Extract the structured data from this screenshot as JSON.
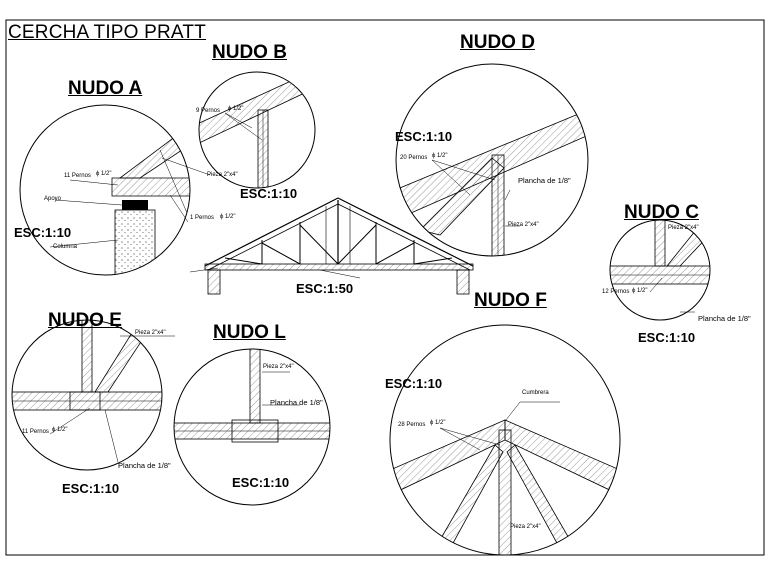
{
  "title": "CERCHA TIPO PRATT",
  "details": {
    "a": {
      "name": "NUDO A",
      "scale": "ESC:1:10",
      "bolts": "11 Pernos",
      "dia": "ϕ 1/2\"",
      "piece": "Pieza 2\"x4\"",
      "support": "Apoyo",
      "column": "Columna",
      "bolt1": "1 Pernos",
      "dia1": "ϕ 1/2\""
    },
    "b": {
      "name": "NUDO B",
      "scale": "ESC:1:10",
      "bolts": "9 Pernos",
      "dia": "ϕ 1/2\""
    },
    "c": {
      "name": "NUDO C",
      "scale": "ESC:1:10",
      "piece": "Pieza 2\"x4\"",
      "bolts": "12 Pernos",
      "dia": "ϕ 1/2\"",
      "plate": "Plancha de 1/8\""
    },
    "d": {
      "name": "NUDO D",
      "scale": "ESC:1:10",
      "bolts": "20 Pernos",
      "dia": "ϕ 1/2\"",
      "plate": "Plancha de 1/8\"",
      "piece": "Pieza 2\"x4\""
    },
    "e": {
      "name": "NUDO E",
      "scale": "ESC:1:10",
      "piece": "Pieza 2\"x4\"",
      "bolts": "11 Pernos",
      "dia": "ϕ 1/2\"",
      "plate": "Plancha de 1/8\""
    },
    "f": {
      "name": "NUDO F",
      "scale": "ESC:1:10",
      "ridge": "Cumbrera",
      "bolts": "28 Pernos",
      "dia": "ϕ 1/2\"",
      "piece": "Pieza 2\"x4\""
    },
    "l": {
      "name": "NUDO L",
      "scale": "ESC:1:10",
      "piece": "Pieza 2\"x4\"",
      "plate": "Plancha de 1/8\""
    }
  },
  "truss": {
    "scale": "ESC:1:50"
  }
}
